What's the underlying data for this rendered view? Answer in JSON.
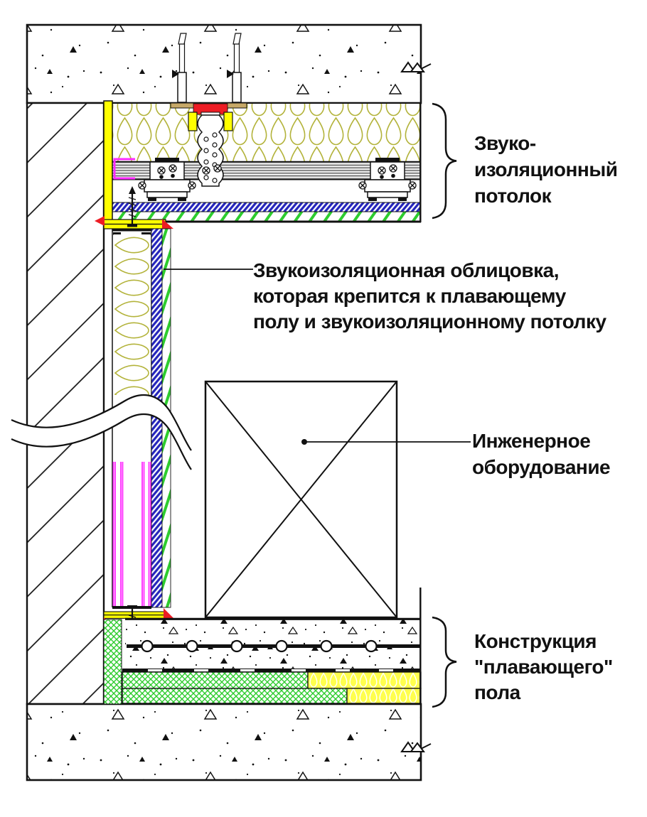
{
  "labels": {
    "ceiling": {
      "lines": [
        "Звуко-",
        "изоляционный",
        "потолок"
      ]
    },
    "cladding": {
      "lines": [
        "Звукоизоляционная облицовка,",
        "которая крепится к плавающему",
        "полу и звукоизоляционному потолку"
      ]
    },
    "equipment": {
      "lines": [
        "Инженерное",
        "оборудование"
      ]
    },
    "floor": {
      "lines": [
        "Конструкция",
        "\"плавающего\"",
        "пола"
      ]
    }
  },
  "colors": {
    "line": "#111111",
    "wool_olive": "#b3b33a",
    "batten_yellow": "#ffff00",
    "insulation_yellow": "#ffff4d",
    "sealant_red": "#ed1c24",
    "profile_magenta": "#ff2bff",
    "membrane_blue": "#2323bb",
    "elastic_green": "#2ecc2e",
    "board_tan": "#c7a968",
    "board_gray": "#ededed"
  }
}
